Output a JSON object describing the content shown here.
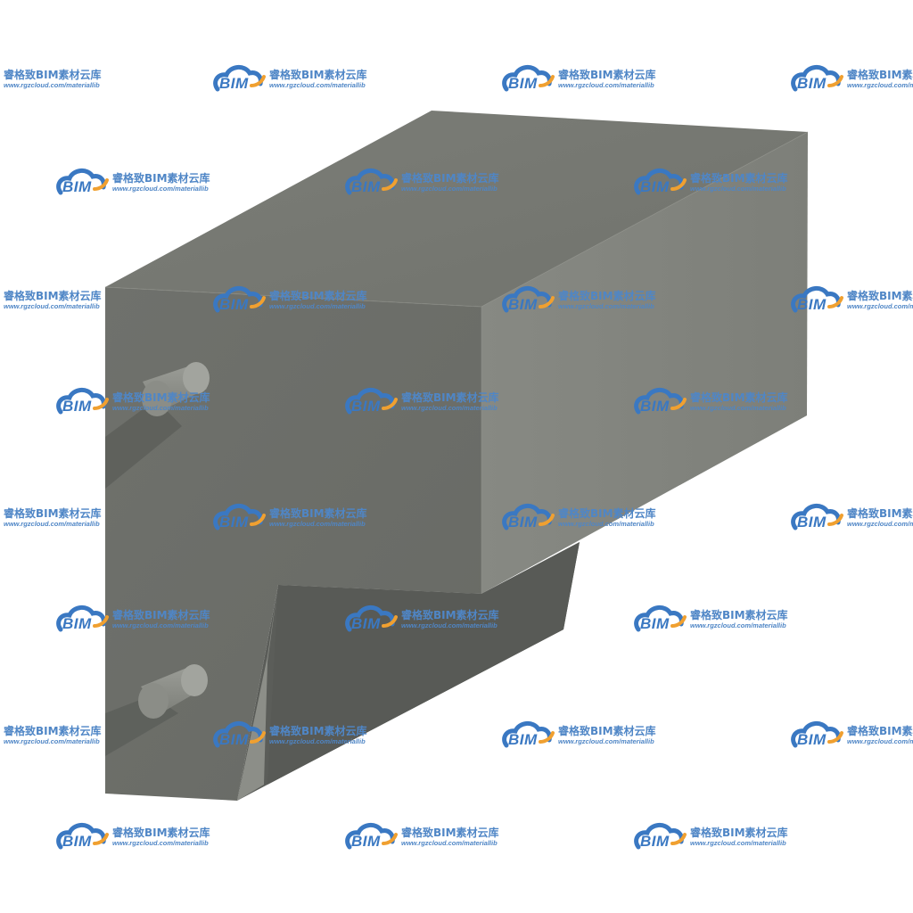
{
  "watermark": {
    "logo_text": "BIM",
    "brand": "睿格致BIM素材云库",
    "url": "www.rgzcloud.com/materiallib",
    "logo_colors": [
      "#3a78c2",
      "#f0a030"
    ],
    "text_color": "#4f86c6"
  },
  "model": {
    "subject": "concrete-block-3d-render",
    "colors": {
      "top_face": "#757771",
      "front_face": "#6c6e69",
      "right_face": "#80827c",
      "underside": "#5e605c",
      "notch_face": "#575955",
      "pin": "#8d8f89"
    }
  }
}
